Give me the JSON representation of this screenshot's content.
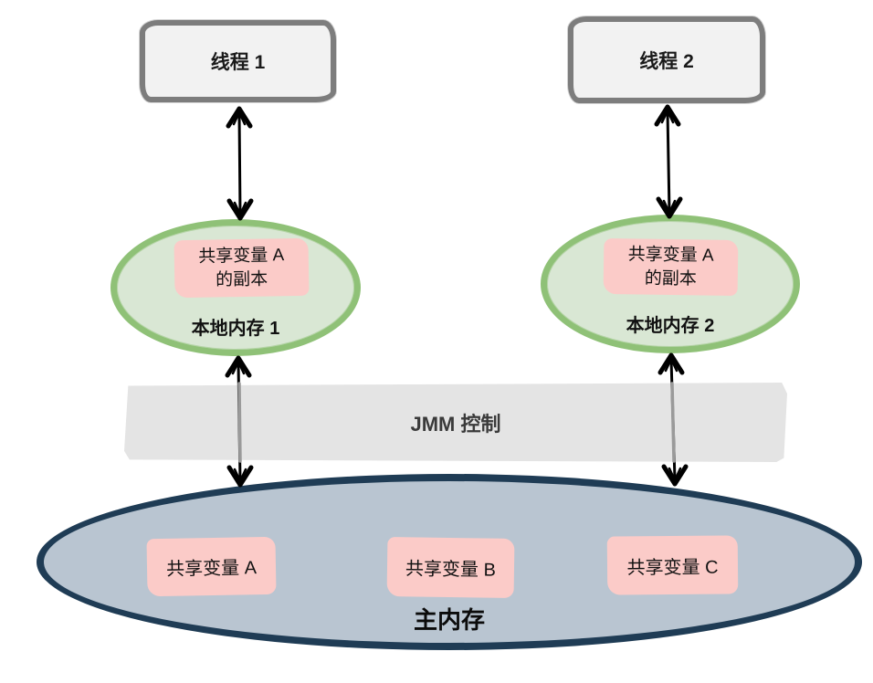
{
  "thread1": {
    "label": "线程 1"
  },
  "thread2": {
    "label": "线程 2"
  },
  "local_memory_1": {
    "copy_line1": "共享变量 A",
    "copy_line2": "的副本",
    "label": "本地内存 1"
  },
  "local_memory_2": {
    "copy_line1": "共享变量 A",
    "copy_line2": "的副本",
    "label": "本地内存 2"
  },
  "jmm": {
    "label": "JMM 控制"
  },
  "main_memory": {
    "variables": [
      "共享变量 A",
      "共享变量 B",
      "共享变量 C"
    ],
    "label": "主内存"
  },
  "colors": {
    "thread_box_fill": "#f2f2f2",
    "thread_box_border": "#7d7d7d",
    "local_memory_fill": "#d9e7d4",
    "local_memory_border": "#8fc177",
    "variable_box_fill": "#fbcbc8",
    "jmm_band_fill": "#e4e4e4",
    "main_memory_fill": "#b9c5d1",
    "main_memory_border": "#1f3c55",
    "arrow": "#000000",
    "arrow_in_band": "#9a9a9a"
  }
}
